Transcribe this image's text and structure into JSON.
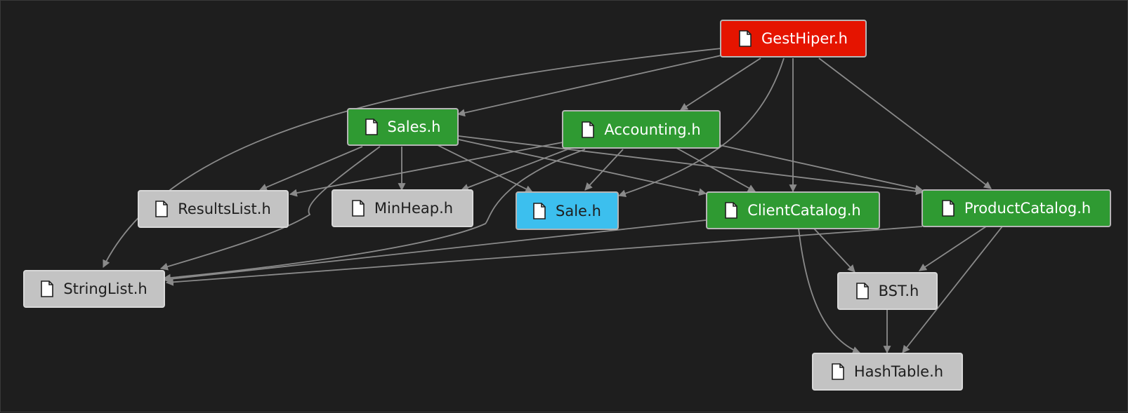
{
  "colors": {
    "background": "#1e1e1e",
    "edge": "#8a8a8a",
    "root": "#e51400",
    "module": "#2f9a32",
    "selected": "#3cbfee",
    "leaf": "#c3c3c3"
  },
  "nodes": {
    "gesthiper": {
      "label": "GestHiper.h",
      "icon": "file-icon"
    },
    "sales": {
      "label": "Sales.h",
      "icon": "file-icon"
    },
    "accounting": {
      "label": "Accounting.h",
      "icon": "file-icon"
    },
    "resultslist": {
      "label": "ResultsList.h",
      "icon": "file-icon"
    },
    "minheap": {
      "label": "MinHeap.h",
      "icon": "file-icon"
    },
    "sale": {
      "label": "Sale.h",
      "icon": "file-icon"
    },
    "clientcatalog": {
      "label": "ClientCatalog.h",
      "icon": "file-icon"
    },
    "productcatalog": {
      "label": "ProductCatalog.h",
      "icon": "file-icon"
    },
    "stringlist": {
      "label": "StringList.h",
      "icon": "file-icon"
    },
    "bst": {
      "label": "BST.h",
      "icon": "file-icon"
    },
    "hashtable": {
      "label": "HashTable.h",
      "icon": "file-icon"
    }
  },
  "edges": [
    [
      "gesthiper",
      "sales"
    ],
    [
      "gesthiper",
      "accounting"
    ],
    [
      "gesthiper",
      "stringlist"
    ],
    [
      "gesthiper",
      "sale"
    ],
    [
      "gesthiper",
      "clientcatalog"
    ],
    [
      "gesthiper",
      "productcatalog"
    ],
    [
      "sales",
      "resultslist"
    ],
    [
      "sales",
      "minheap"
    ],
    [
      "sales",
      "sale"
    ],
    [
      "sales",
      "stringlist"
    ],
    [
      "sales",
      "clientcatalog"
    ],
    [
      "sales",
      "productcatalog"
    ],
    [
      "accounting",
      "resultslist"
    ],
    [
      "accounting",
      "minheap"
    ],
    [
      "accounting",
      "sale"
    ],
    [
      "accounting",
      "stringlist"
    ],
    [
      "accounting",
      "clientcatalog"
    ],
    [
      "accounting",
      "productcatalog"
    ],
    [
      "clientcatalog",
      "stringlist"
    ],
    [
      "clientcatalog",
      "bst"
    ],
    [
      "clientcatalog",
      "hashtable"
    ],
    [
      "productcatalog",
      "stringlist"
    ],
    [
      "productcatalog",
      "bst"
    ],
    [
      "productcatalog",
      "hashtable"
    ],
    [
      "bst",
      "hashtable"
    ]
  ]
}
